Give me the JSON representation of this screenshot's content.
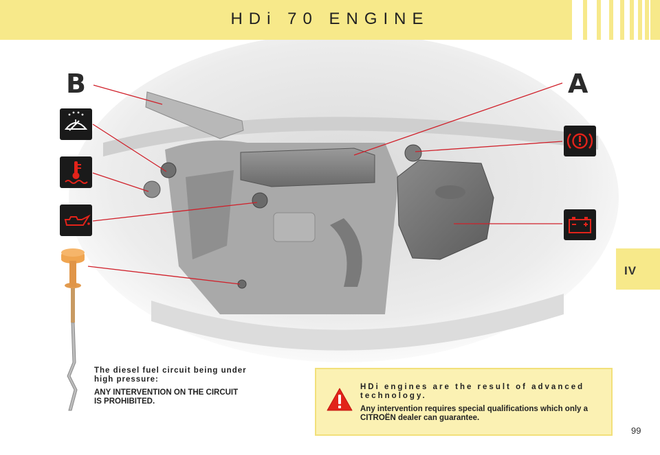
{
  "header": {
    "title": "HDi 70 ENGINE",
    "background": "#f7e98a"
  },
  "side_tab": {
    "label": "IV"
  },
  "labels": {
    "b": "B",
    "a": "A"
  },
  "icons": {
    "left": [
      "windscreen-washer-icon",
      "coolant-temperature-icon",
      "oil-can-icon",
      "dipstick-icon"
    ],
    "right": [
      "brake-fluid-icon",
      "battery-icon"
    ]
  },
  "notes": {
    "left": {
      "line1": "The diesel fuel circuit being under high pressure:",
      "line2": "ANY INTERVENTION ON THE CIRCUIT IS PROHIBITED."
    },
    "warning_box": {
      "line1": "HDi engines are the result of advanced technology.",
      "line2": "Any intervention requires special qualifications which only a CITROËN dealer can guarantee."
    }
  },
  "page_number": "99",
  "colors": {
    "accent": "#f7e98a",
    "pointer": "#d0202a",
    "icon_bg": "#1a1a1a",
    "warning_red": "#e2231a"
  }
}
